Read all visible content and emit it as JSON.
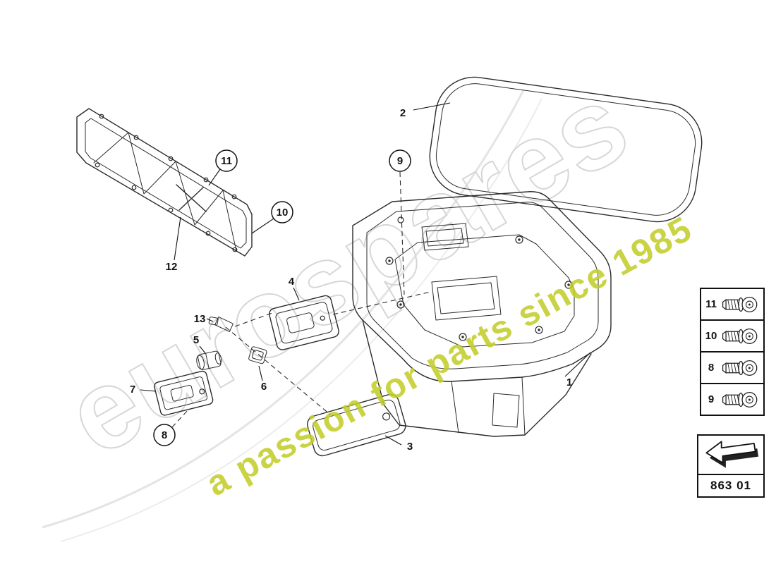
{
  "page": {
    "diagram_code": "863 01"
  },
  "watermark": {
    "brand": "eurospares",
    "tagline": "a passion for parts since 1985"
  },
  "colors": {
    "tagline": "#c3ce2b",
    "line": "#2b2b2b",
    "watermark_outline": "#d6d6d6"
  },
  "callouts": {
    "circled": [
      {
        "label": "11"
      },
      {
        "label": "10"
      },
      {
        "label": "9"
      },
      {
        "label": "8"
      }
    ],
    "plain": [
      {
        "label": "2"
      },
      {
        "label": "12"
      },
      {
        "label": "4"
      },
      {
        "label": "13"
      },
      {
        "label": "5"
      },
      {
        "label": "6"
      },
      {
        "label": "7"
      },
      {
        "label": "3"
      },
      {
        "label": "1"
      }
    ]
  },
  "fasteners": [
    {
      "label": "11"
    },
    {
      "label": "10"
    },
    {
      "label": "8"
    },
    {
      "label": "9"
    }
  ]
}
